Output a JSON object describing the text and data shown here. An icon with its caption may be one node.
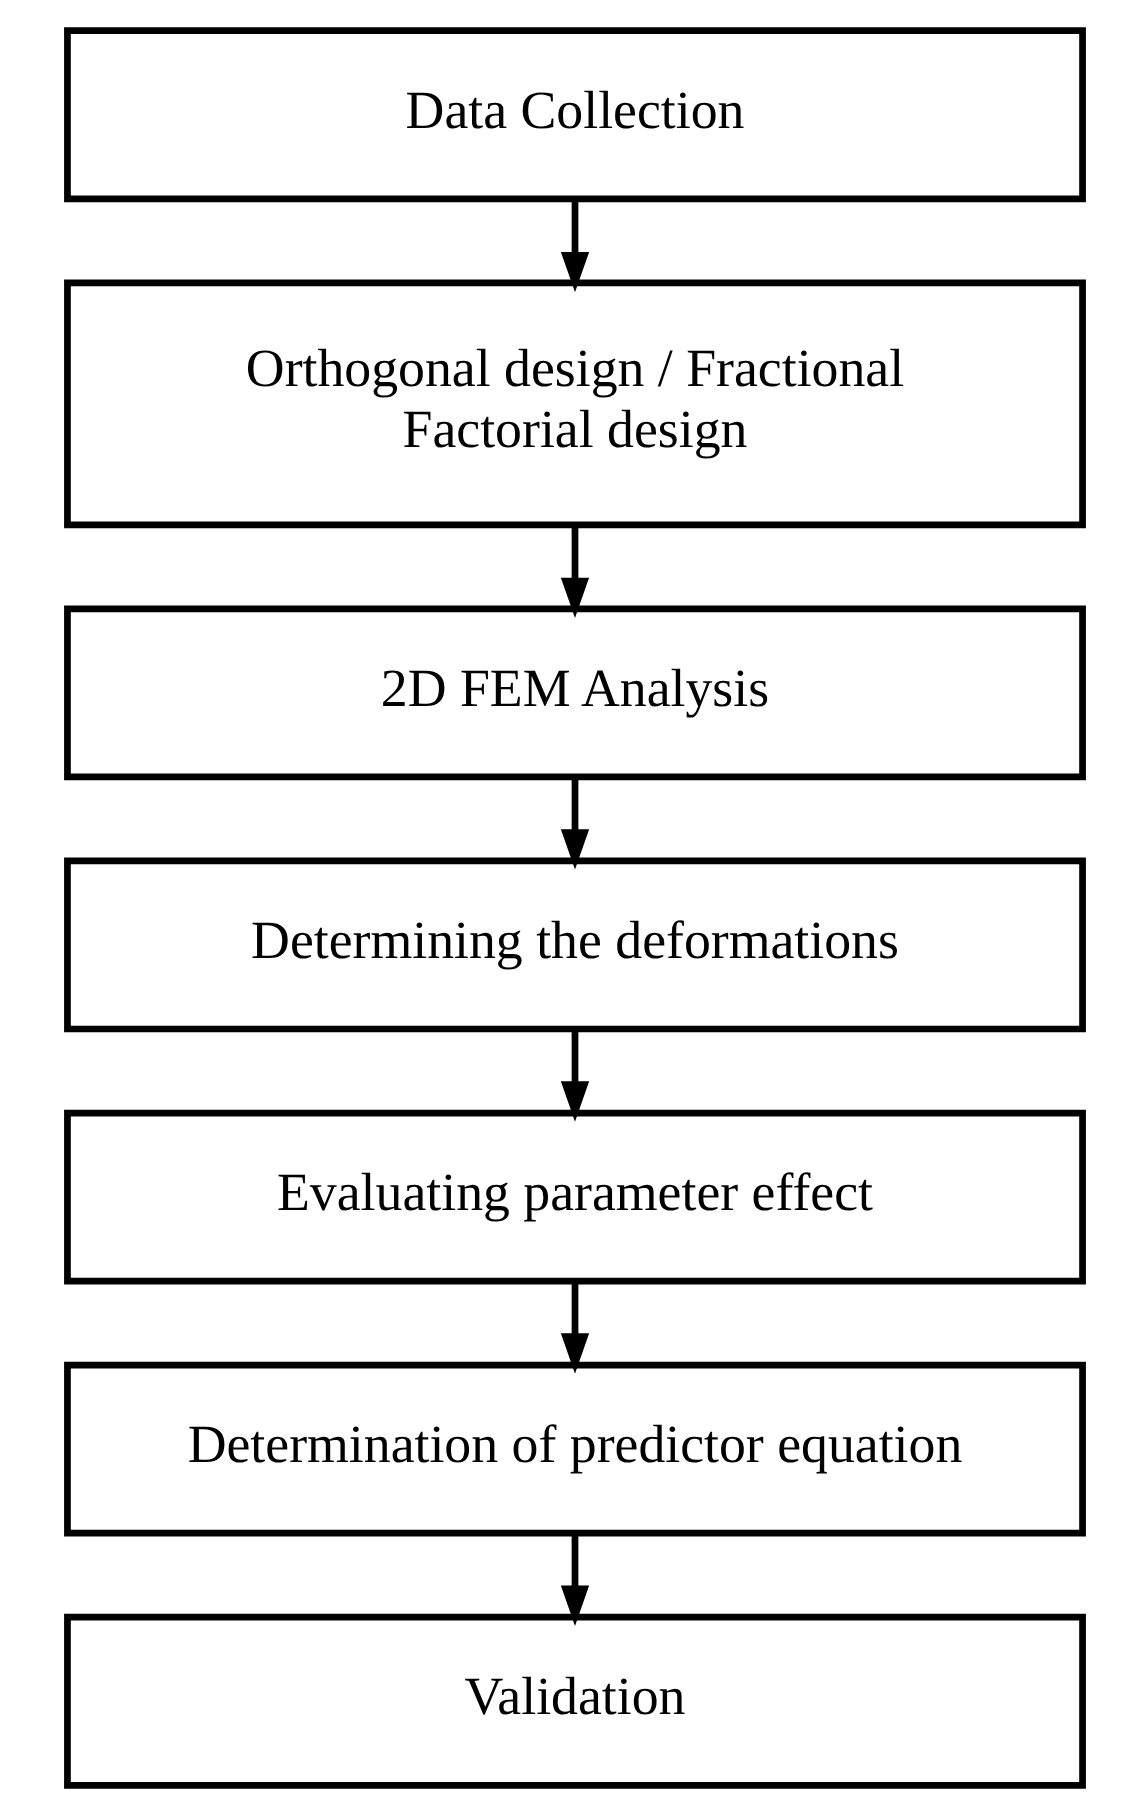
{
  "diagram": {
    "nodes": [
      {
        "text": [
          "Data Collection"
        ]
      },
      {
        "text": [
          "Orthogonal design / Fractional Factorial design"
        ]
      },
      {
        "text": [
          "2D FEM Analysis"
        ]
      },
      {
        "text": [
          "Determining the deformations"
        ]
      },
      {
        "text": [
          "Evaluating parameter effect"
        ]
      },
      {
        "text": [
          "Determination of predictor equation"
        ]
      },
      {
        "text": [
          "Validation"
        ]
      }
    ],
    "edges": [
      {
        "from": 0,
        "to": 1,
        "arrow": "to"
      },
      {
        "from": 1,
        "to": 2,
        "arrow": "to"
      },
      {
        "from": 2,
        "to": 3,
        "arrow": "to"
      },
      {
        "from": 3,
        "to": 4,
        "arrow": "to"
      },
      {
        "from": 4,
        "to": 5,
        "arrow": "to"
      },
      {
        "from": 5,
        "to": 6,
        "arrow": "to"
      }
    ]
  }
}
